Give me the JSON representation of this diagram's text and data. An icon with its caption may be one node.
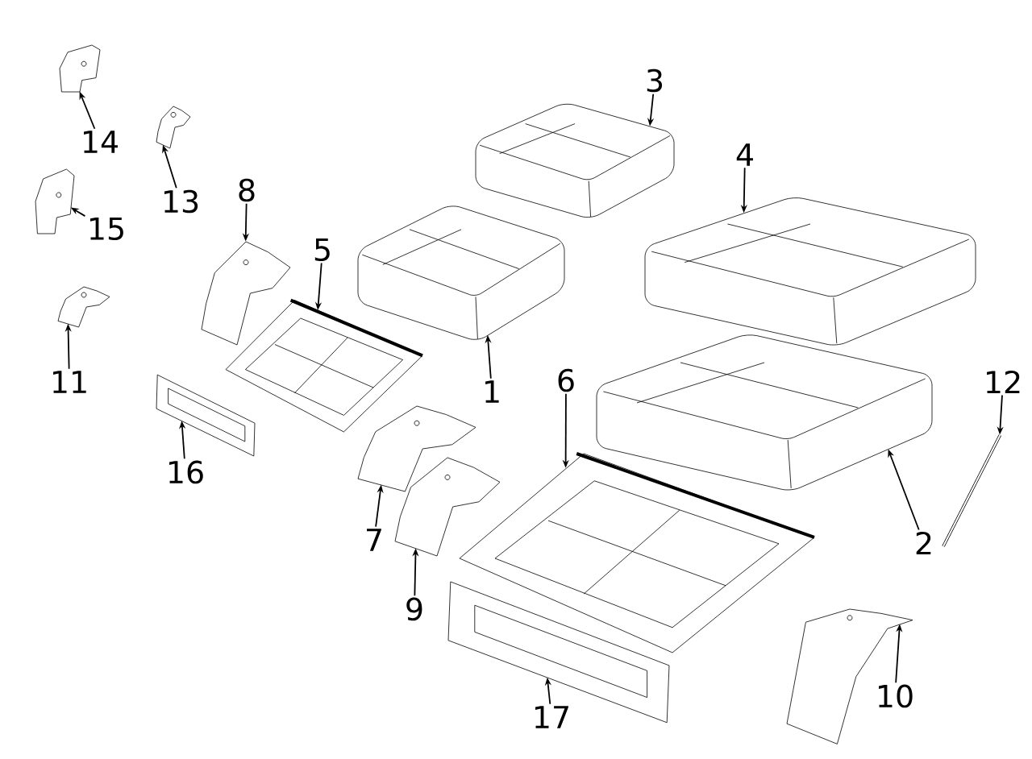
{
  "diagram": {
    "nodes": [
      {
        "text": [
          "1"
        ]
      },
      {
        "text": [
          "2"
        ]
      },
      {
        "text": [
          "3"
        ]
      },
      {
        "text": [
          "4"
        ]
      },
      {
        "text": [
          "5"
        ]
      },
      {
        "text": [
          "6"
        ]
      },
      {
        "text": [
          "7"
        ]
      },
      {
        "text": [
          "8"
        ]
      },
      {
        "text": [
          "9"
        ]
      },
      {
        "text": [
          "10"
        ]
      },
      {
        "text": [
          "11"
        ]
      },
      {
        "text": [
          "12"
        ]
      },
      {
        "text": [
          "13"
        ]
      },
      {
        "text": [
          "14"
        ]
      },
      {
        "text": [
          "15"
        ]
      },
      {
        "text": [
          "16"
        ]
      },
      {
        "text": [
          "17"
        ]
      },
      {
        "text": [],
        "shape": "picture"
      },
      {
        "text": [],
        "shape": "picture"
      },
      {
        "text": [],
        "shape": "picture"
      },
      {
        "text": [],
        "shape": "picture"
      },
      {
        "text": [],
        "shape": "picture"
      },
      {
        "text": [],
        "shape": "picture"
      },
      {
        "text": [],
        "shape": "picture"
      },
      {
        "text": [],
        "shape": "picture"
      },
      {
        "text": [],
        "shape": "picture"
      },
      {
        "text": [],
        "shape": "picture"
      },
      {
        "text": [],
        "shape": "picture"
      },
      {
        "text": [],
        "shape": "picture"
      },
      {
        "text": [],
        "shape": "picture"
      },
      {
        "text": [],
        "shape": "picture"
      },
      {
        "text": [],
        "shape": "picture"
      },
      {
        "text": [],
        "shape": "picture"
      },
      {
        "text": [],
        "shape": "picture"
      }
    ],
    "edges": [
      {
        "from": 0,
        "to": 17,
        "arrow": "to"
      },
      {
        "from": 1,
        "to": 18,
        "arrow": "to"
      },
      {
        "from": 2,
        "to": 19,
        "arrow": "to"
      },
      {
        "from": 3,
        "to": 20,
        "arrow": "to"
      },
      {
        "from": 4,
        "to": 21,
        "arrow": "to"
      },
      {
        "from": 5,
        "to": 22,
        "arrow": "to"
      },
      {
        "from": 6,
        "to": 23,
        "arrow": "to"
      },
      {
        "from": 7,
        "to": 24,
        "arrow": "to"
      },
      {
        "from": 8,
        "to": 25,
        "arrow": "to"
      },
      {
        "from": 9,
        "to": 26,
        "arrow": "to"
      },
      {
        "from": 10,
        "to": 27,
        "arrow": "to"
      },
      {
        "from": 11,
        "to": 28,
        "arrow": "to"
      },
      {
        "from": 12,
        "to": 29,
        "arrow": "to"
      },
      {
        "from": 13,
        "to": 30,
        "arrow": "to"
      },
      {
        "from": 14,
        "to": 31,
        "arrow": "to"
      },
      {
        "from": 15,
        "to": 32,
        "arrow": "to"
      },
      {
        "from": 16,
        "to": 33,
        "arrow": "to"
      }
    ]
  }
}
